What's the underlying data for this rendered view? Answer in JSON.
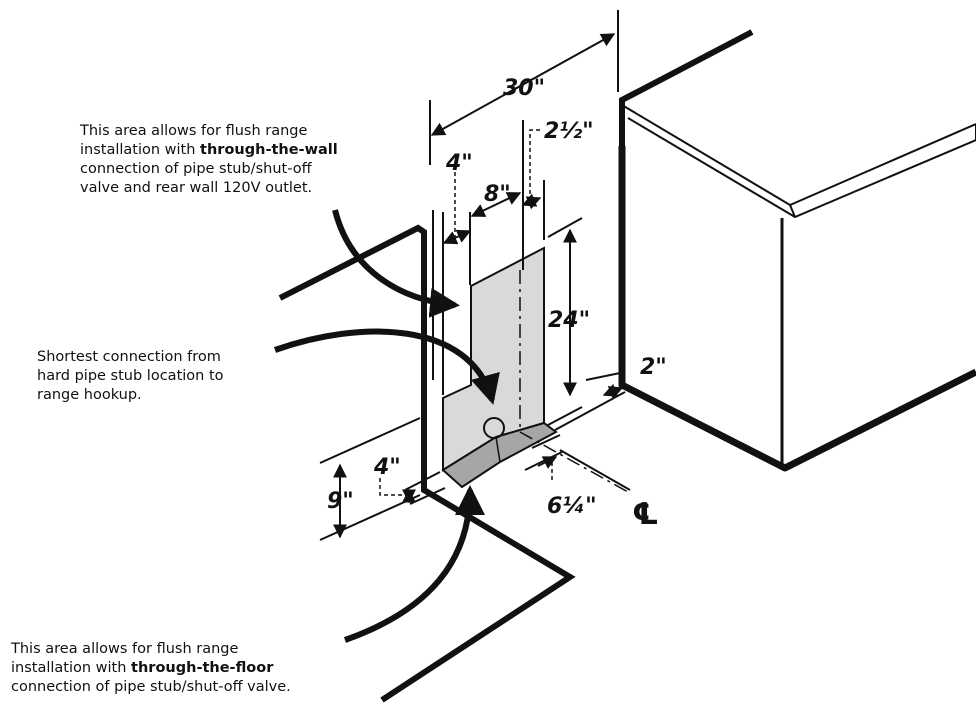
{
  "callouts": {
    "wall": {
      "line1": "This area allows for flush range",
      "line2_pre": "installation with ",
      "line2_bold": "through-the-wall",
      "line3": "connection of pipe stub/shut-off",
      "line4": "valve and rear wall 120V outlet."
    },
    "shortest": {
      "line1": "Shortest connection from",
      "line2": "hard pipe stub location to",
      "line3": "range hookup."
    },
    "floor": {
      "line1": "This area allows for flush range",
      "line2_pre": "installation with ",
      "line2_bold": "through-the-floor",
      "line3": "connection of pipe stub/shut-off valve."
    }
  },
  "dimensions": {
    "width_30": "30\"",
    "offset_2_half": "2½\"",
    "left_4": "4\"",
    "width_8": "8\"",
    "height_24": "24\"",
    "depth_2": "2\"",
    "height_9": "9\"",
    "floor_4": "4\"",
    "depth_6_quarter": "6¼\""
  },
  "centerline_symbol": "℄",
  "colors": {
    "line": "#111111",
    "wall_area": "#d9d9d9",
    "floor_area": "#a6a6a6",
    "cabinet": "#ffffff"
  }
}
